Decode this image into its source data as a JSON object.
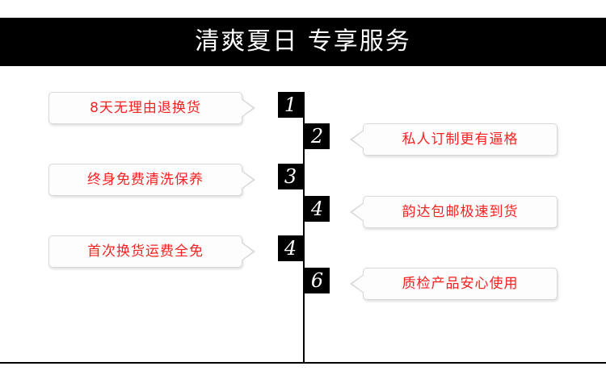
{
  "banner": {
    "title": "清爽夏日 专享服务",
    "background_color": "#000000",
    "text_color": "#ffffff"
  },
  "theme": {
    "accent_red": "#fa2020",
    "chip_background": "#000000",
    "chip_text": "#ffffff",
    "bubble_background": "#fdfdfd",
    "bubble_border": "#d8d8d8",
    "line_color": "#000000"
  },
  "items": [
    {
      "number": "1",
      "label": "8天无理由退换货",
      "side": "left"
    },
    {
      "number": "2",
      "label": "私人订制更有逼格",
      "side": "right"
    },
    {
      "number": "3",
      "label": "终身免费清洗保养",
      "side": "left"
    },
    {
      "number": "4",
      "label": "韵达包邮极速到货",
      "side": "right"
    },
    {
      "number": "4",
      "label": "首次换货运费全免",
      "side": "left"
    },
    {
      "number": "6",
      "label": "质检产品安心使用",
      "side": "right"
    }
  ]
}
